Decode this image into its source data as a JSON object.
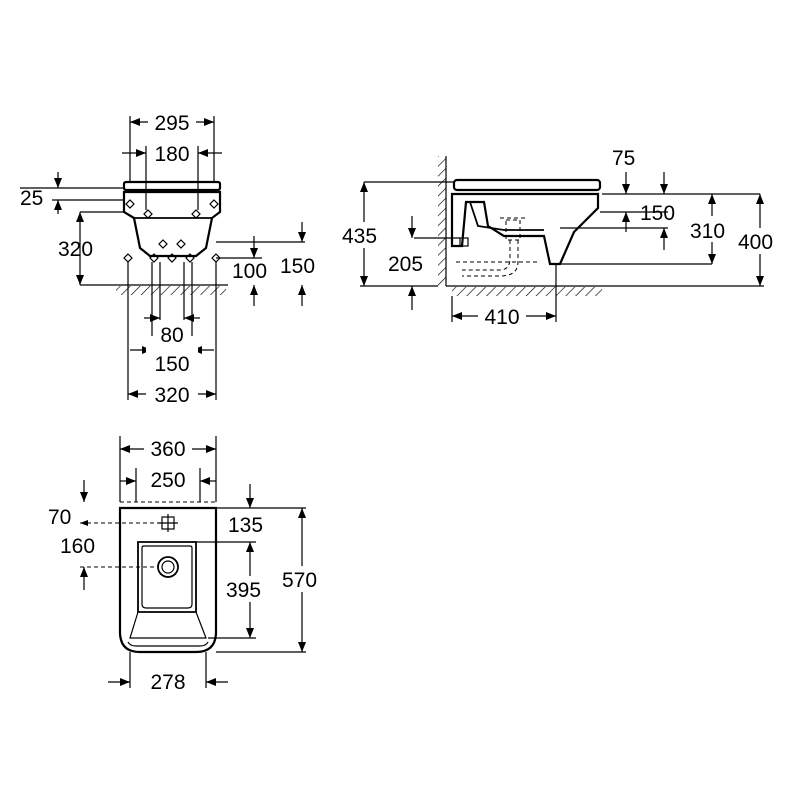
{
  "front_view": {
    "labels": {
      "w295": "295",
      "w180": "180",
      "h25": "25",
      "h320": "320",
      "h100": "100",
      "h150": "150",
      "w80": "80",
      "w150": "150",
      "w320": "320"
    }
  },
  "side_view": {
    "labels": {
      "h75": "75",
      "h435": "435",
      "h150": "150",
      "h310": "310",
      "h400": "400",
      "h205": "205",
      "w410": "410"
    }
  },
  "top_view": {
    "labels": {
      "w360": "360",
      "w250": "250",
      "d70": "70",
      "d135": "135",
      "d160": "160",
      "d395": "395",
      "d570": "570",
      "w278": "278"
    }
  }
}
